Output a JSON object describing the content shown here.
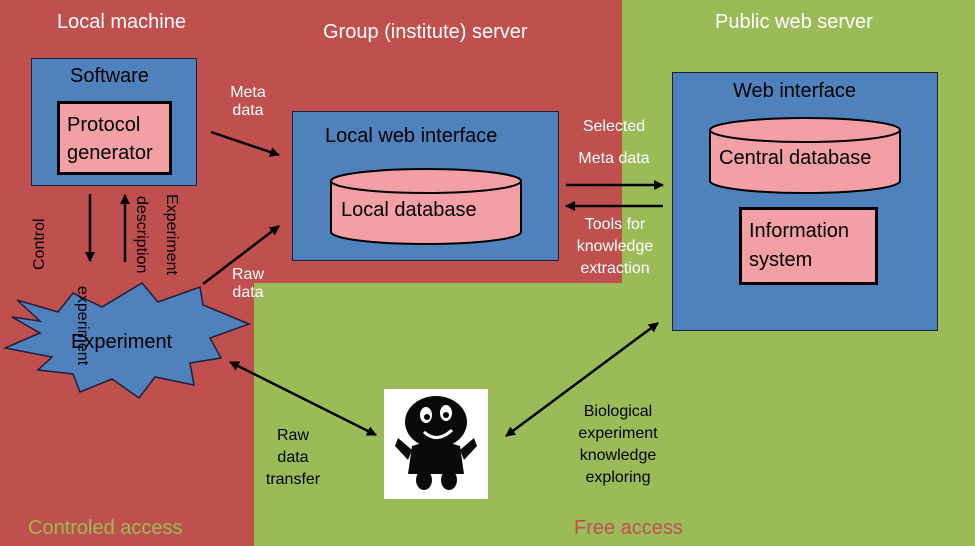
{
  "regions": {
    "local_machine": {
      "title": "Local machine",
      "footer": "Controled access",
      "color": "#c0504d"
    },
    "group_server": {
      "title": "Group (institute) server"
    },
    "public_server": {
      "title": "Public web server",
      "footer": "Free access",
      "color": "#9bbb59"
    }
  },
  "software": {
    "title": "Software",
    "generator_line1": "Protocol",
    "generator_line2": "generator"
  },
  "local_web": {
    "title": "Local web interface",
    "db": "Local database"
  },
  "web_interface": {
    "title": "Web interface",
    "db": "Central database",
    "info_line1": "Information",
    "info_line2": "system"
  },
  "experiment": {
    "label": "Experiment"
  },
  "arrows": {
    "meta_line1": "Meta",
    "meta_line2": "data",
    "raw_line1": "Raw",
    "raw_line2": "data",
    "selected_line1": "Selected",
    "selected_line2": "Meta data",
    "tools_line1": "Tools for",
    "tools_line2": "knowledge",
    "tools_line3": "extraction",
    "control_line1": "Control",
    "control_line2": "experiment",
    "desc_line1": "Experiment",
    "desc_line2": "description",
    "transfer_line1": "Raw",
    "transfer_line2": "data",
    "transfer_line3": "transfer",
    "bio_line1": "Biological",
    "bio_line2": "experiment",
    "bio_line3": "knowledge",
    "bio_line4": "exploring"
  },
  "colors": {
    "blue_box": "#4f81bd",
    "pink": "#f2a0a6",
    "footer_green": "#9bbb59",
    "footer_red": "#c0504d"
  },
  "icons": {
    "user_figure": "cartoon-user-icon"
  }
}
